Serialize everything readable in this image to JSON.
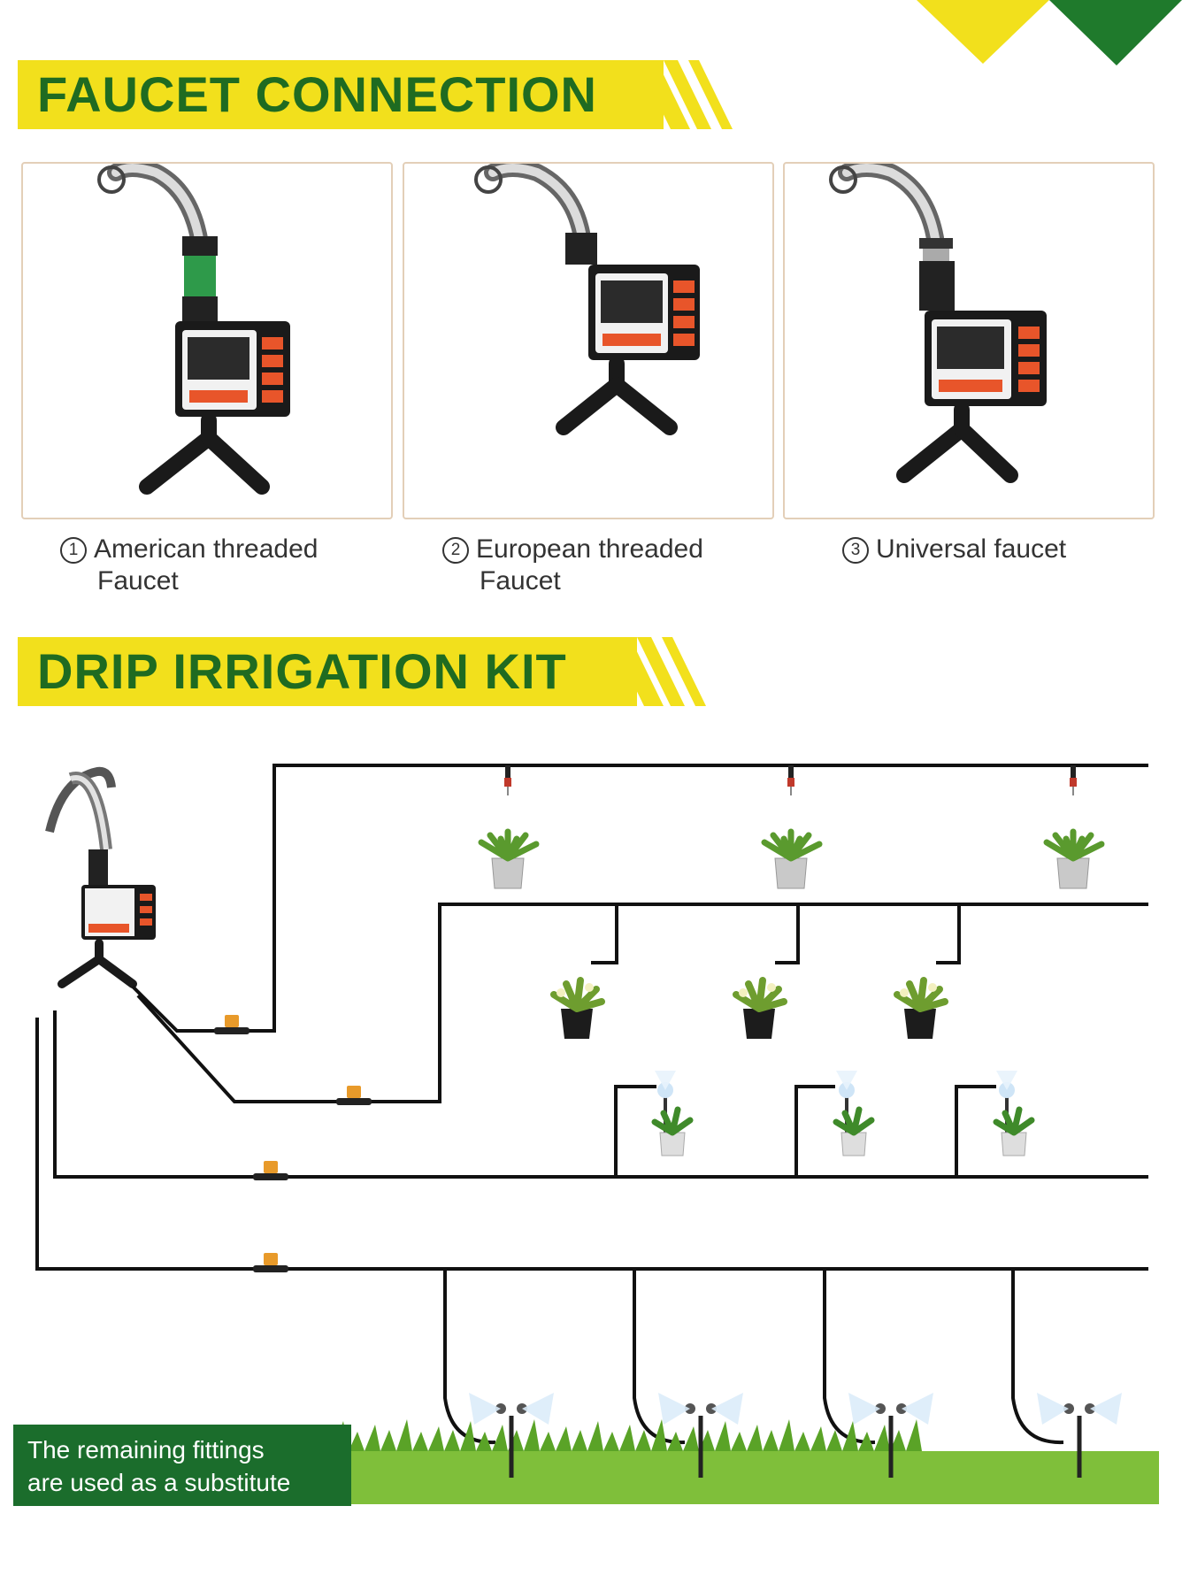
{
  "sections": {
    "faucet_title": "FAUCET CONNECTION",
    "kit_title": "DRIP IRRIGATION KIT"
  },
  "faucet_options": [
    {
      "num": "1",
      "line1": "American threaded",
      "line2": "Faucet"
    },
    {
      "num": "2",
      "line1": "European threaded",
      "line2": "Faucet"
    },
    {
      "num": "3",
      "line1": "Universal faucet",
      "line2": ""
    }
  ],
  "note": {
    "line1": "The remaining fittings",
    "line2": "are used as a substitute"
  },
  "colors": {
    "banner_yellow": "#f2e01c",
    "title_green": "#1f6b21",
    "note_green": "#1b6d2c",
    "adapter_green": "#2e9a4a",
    "timer_orange": "#e8552a"
  },
  "icons": {
    "timer": "water-timer-icon",
    "pot_plant": "potted-plant-icon",
    "dripper": "dripper-icon",
    "sprinkler": "sprinkler-icon"
  }
}
